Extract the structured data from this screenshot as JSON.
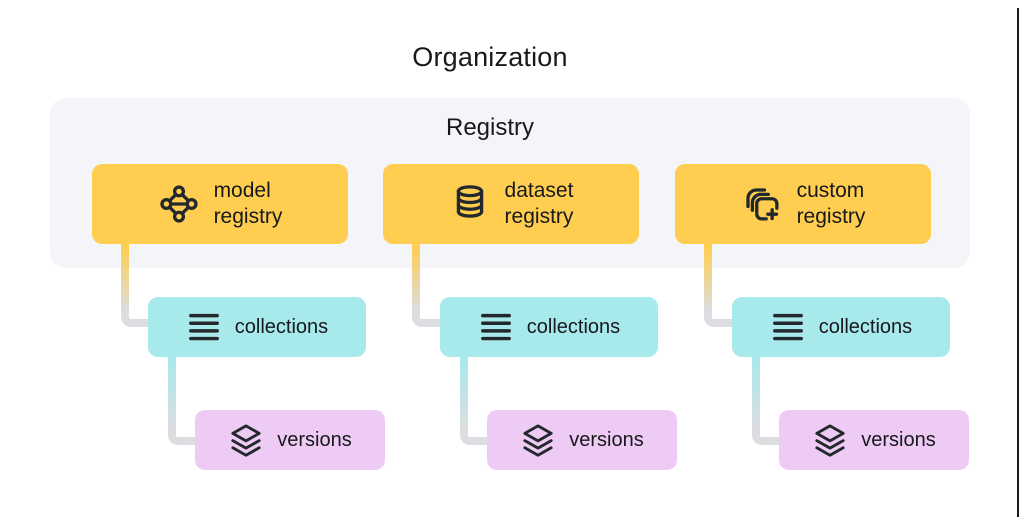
{
  "title": "Organization",
  "registry_panel": {
    "label": "Registry"
  },
  "columns": [
    {
      "registry_box": {
        "line1": "model",
        "line2": "registry",
        "icon": "model-registry-icon"
      },
      "collections_box": {
        "label": "collections",
        "icon": "collections-list-icon"
      },
      "versions_box": {
        "label": "versions",
        "icon": "versions-layers-icon"
      }
    },
    {
      "registry_box": {
        "line1": "dataset",
        "line2": "registry",
        "icon": "dataset-registry-icon"
      },
      "collections_box": {
        "label": "collections",
        "icon": "collections-list-icon"
      },
      "versions_box": {
        "label": "versions",
        "icon": "versions-layers-icon"
      }
    },
    {
      "registry_box": {
        "line1": "custom",
        "line2": "registry",
        "icon": "custom-registry-icon"
      },
      "collections_box": {
        "label": "collections",
        "icon": "collections-list-icon"
      },
      "versions_box": {
        "label": "versions",
        "icon": "versions-layers-icon"
      }
    }
  ],
  "colors": {
    "registry_box_bg": "#FFCE51",
    "collections_box_bg": "#A8E9EC",
    "versions_box_bg": "#EECBF4",
    "panel_bg": "#F4F5F8",
    "connector_gray": "#DBDDE1",
    "text": "#17191c",
    "icon": "#23282d"
  }
}
